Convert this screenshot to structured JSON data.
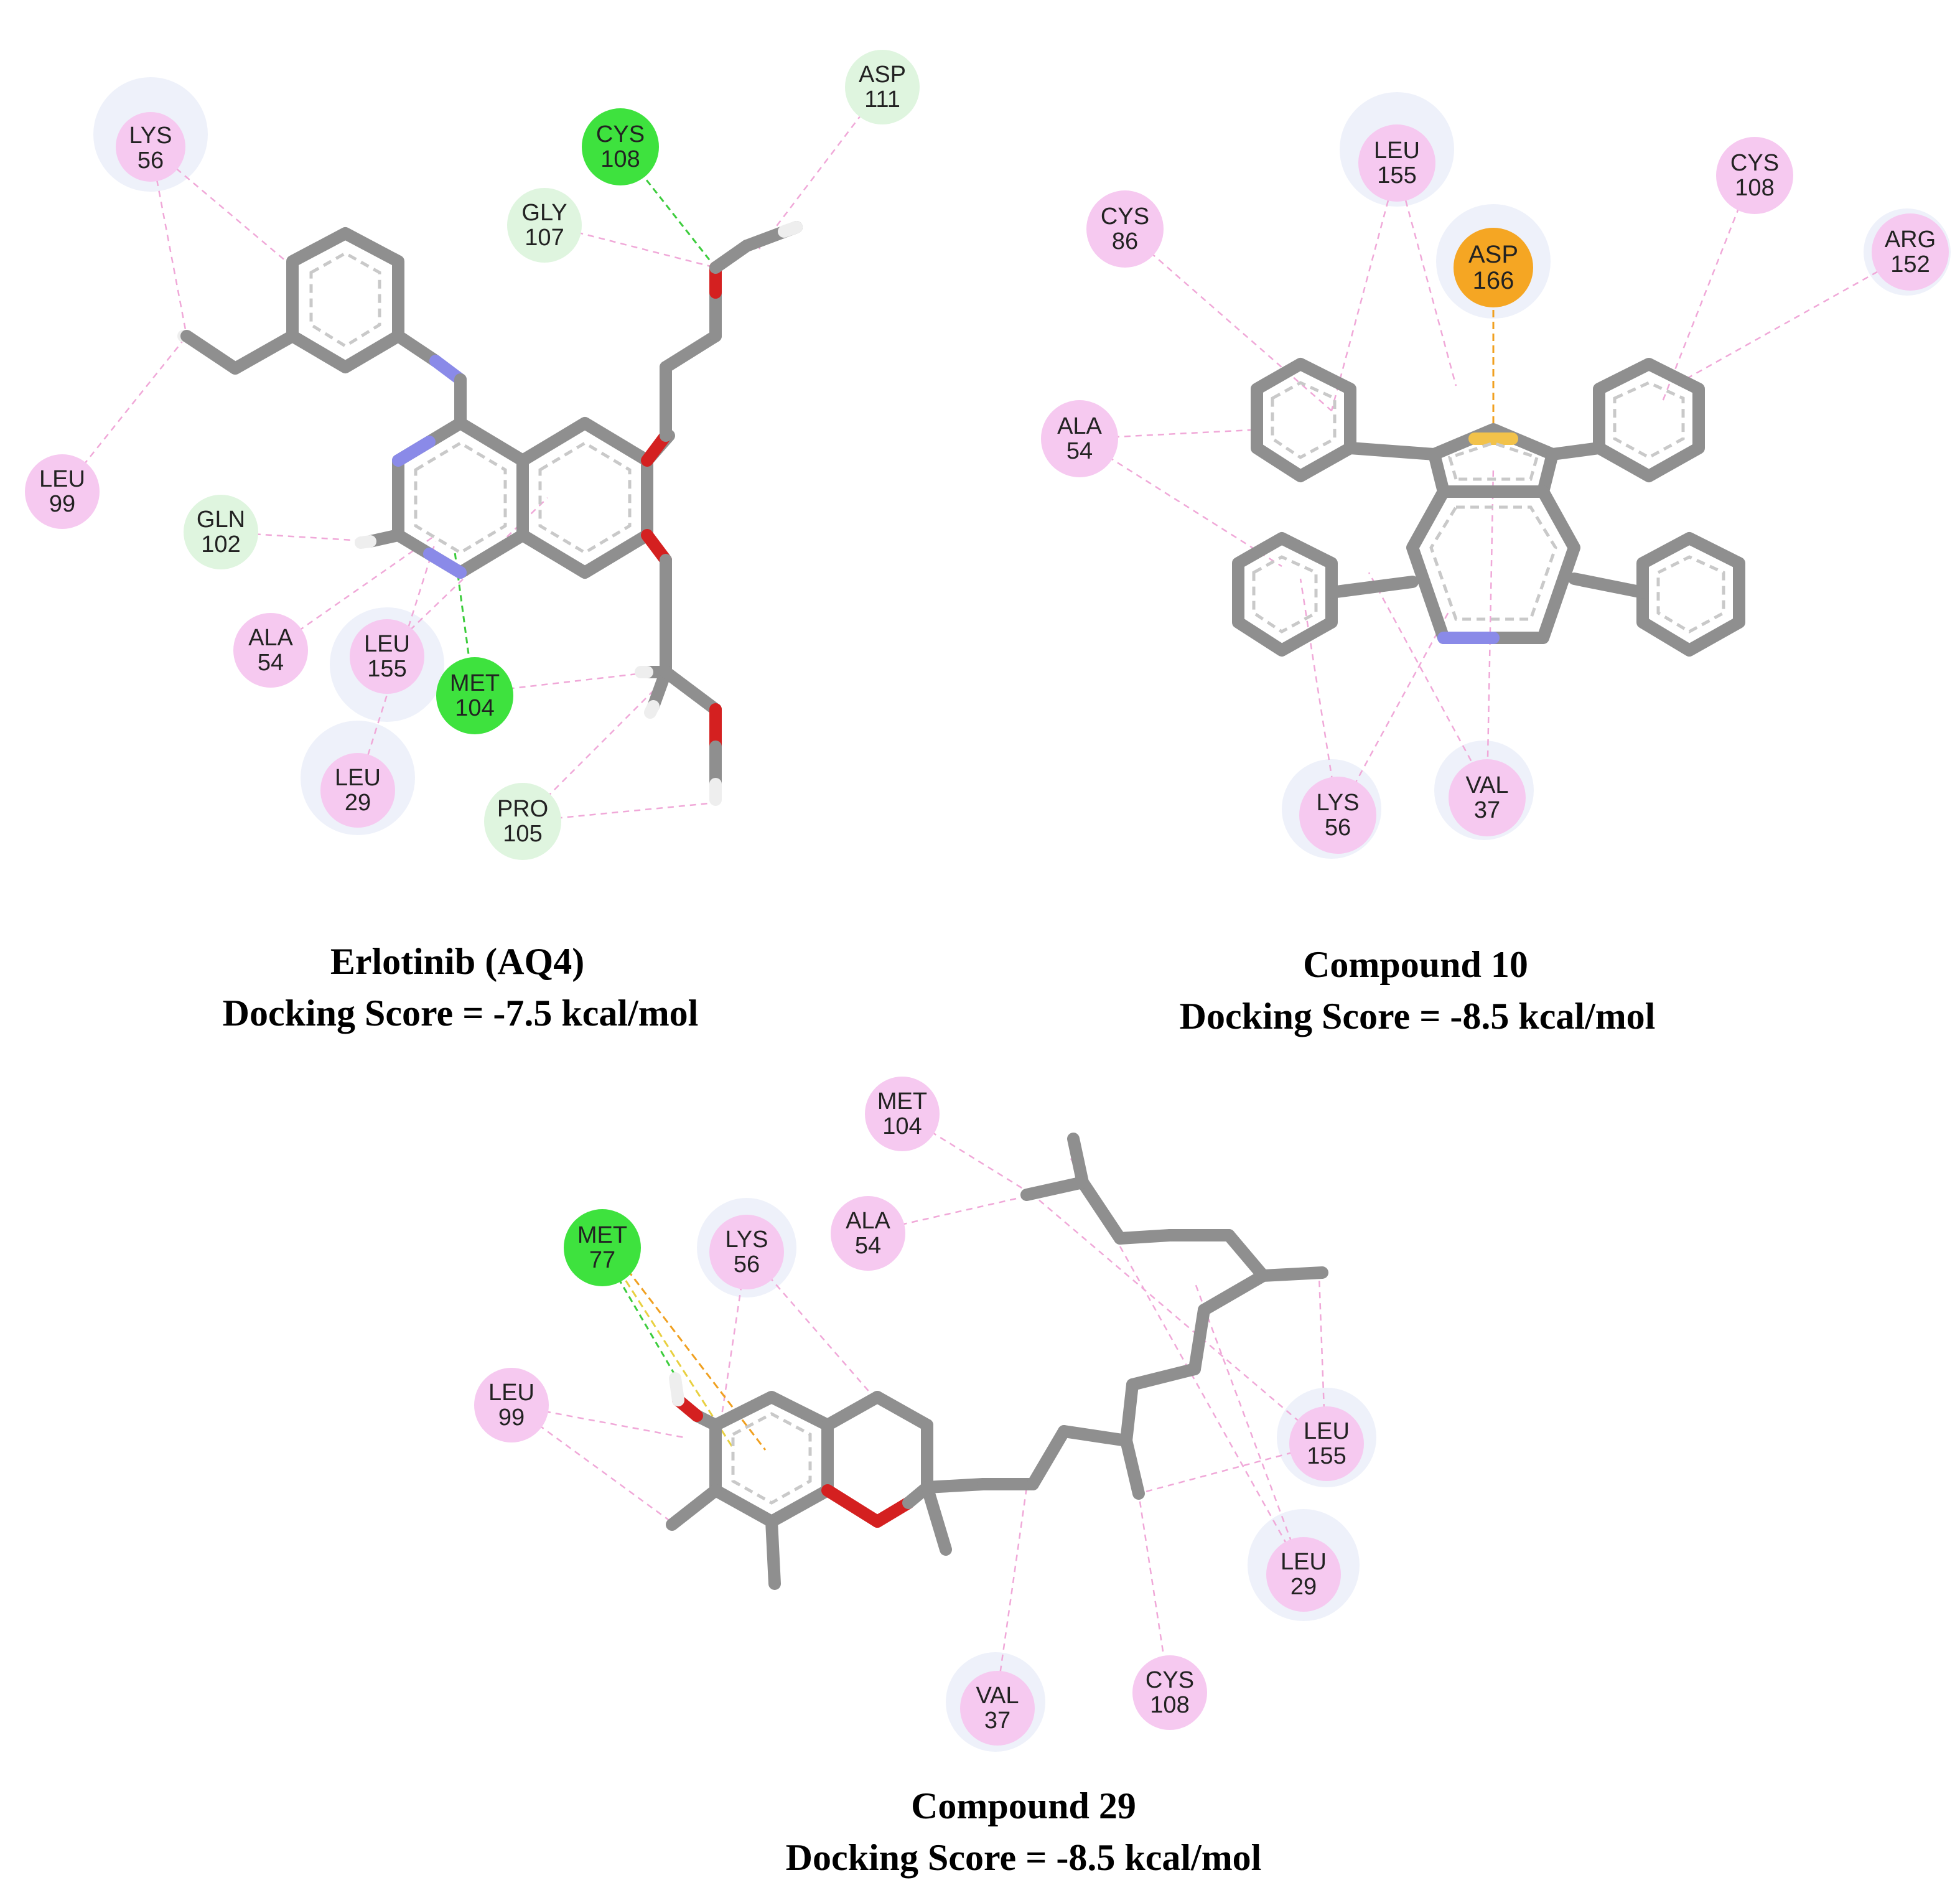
{
  "panels": [
    {
      "id": "erlotinib",
      "title": "Erlotinib (AQ4)",
      "score": "Docking Score = -7.5 kcal/mol",
      "residues": [
        {
          "name": "LYS",
          "num": "56",
          "kind": "alkyl"
        },
        {
          "name": "CYS",
          "num": "108",
          "kind": "hbond"
        },
        {
          "name": "ASP",
          "num": "111",
          "kind": "vdw"
        },
        {
          "name": "GLY",
          "num": "107",
          "kind": "vdw"
        },
        {
          "name": "LEU",
          "num": "99",
          "kind": "alkyl"
        },
        {
          "name": "GLN",
          "num": "102",
          "kind": "vdw"
        },
        {
          "name": "ALA",
          "num": "54",
          "kind": "alkyl"
        },
        {
          "name": "LEU",
          "num": "155",
          "kind": "alkyl"
        },
        {
          "name": "MET",
          "num": "104",
          "kind": "hbond"
        },
        {
          "name": "LEU",
          "num": "29",
          "kind": "alkyl"
        },
        {
          "name": "PRO",
          "num": "105",
          "kind": "vdw"
        }
      ]
    },
    {
      "id": "compound10",
      "title": "Compound 10",
      "score": "Docking Score = -8.5 kcal/mol",
      "residues": [
        {
          "name": "LEU",
          "num": "155",
          "kind": "alkyl"
        },
        {
          "name": "CYS",
          "num": "108",
          "kind": "alkyl"
        },
        {
          "name": "CYS",
          "num": "86",
          "kind": "alkyl"
        },
        {
          "name": "ASP",
          "num": "166",
          "kind": "sulfur"
        },
        {
          "name": "ARG",
          "num": "152",
          "kind": "alkyl"
        },
        {
          "name": "ALA",
          "num": "54",
          "kind": "alkyl"
        },
        {
          "name": "LYS",
          "num": "56",
          "kind": "alkyl"
        },
        {
          "name": "VAL",
          "num": "37",
          "kind": "alkyl"
        }
      ]
    },
    {
      "id": "compound29",
      "title": "Compound 29",
      "score": "Docking Score = -8.5 kcal/mol",
      "residues": [
        {
          "name": "MET",
          "num": "104",
          "kind": "alkyl"
        },
        {
          "name": "MET",
          "num": "77",
          "kind": "hbond"
        },
        {
          "name": "LYS",
          "num": "56",
          "kind": "alkyl"
        },
        {
          "name": "ALA",
          "num": "54",
          "kind": "alkyl"
        },
        {
          "name": "LEU",
          "num": "99",
          "kind": "alkyl"
        },
        {
          "name": "LEU",
          "num": "155",
          "kind": "alkyl"
        },
        {
          "name": "LEU",
          "num": "29",
          "kind": "alkyl"
        },
        {
          "name": "CYS",
          "num": "108",
          "kind": "alkyl"
        },
        {
          "name": "VAL",
          "num": "37",
          "kind": "alkyl"
        }
      ]
    }
  ],
  "colors": {
    "hbond": "#3ee23e",
    "alkyl": "#f6c9f0",
    "vdw": "#dff5df",
    "sulfur": "#f5a623",
    "halo": "#eef1fa",
    "carbon_bond": "#8f8f8f",
    "oxygen": "#d42020",
    "nitrogen": "#8a8ae8",
    "sulfur_atom": "#f2c24a"
  }
}
